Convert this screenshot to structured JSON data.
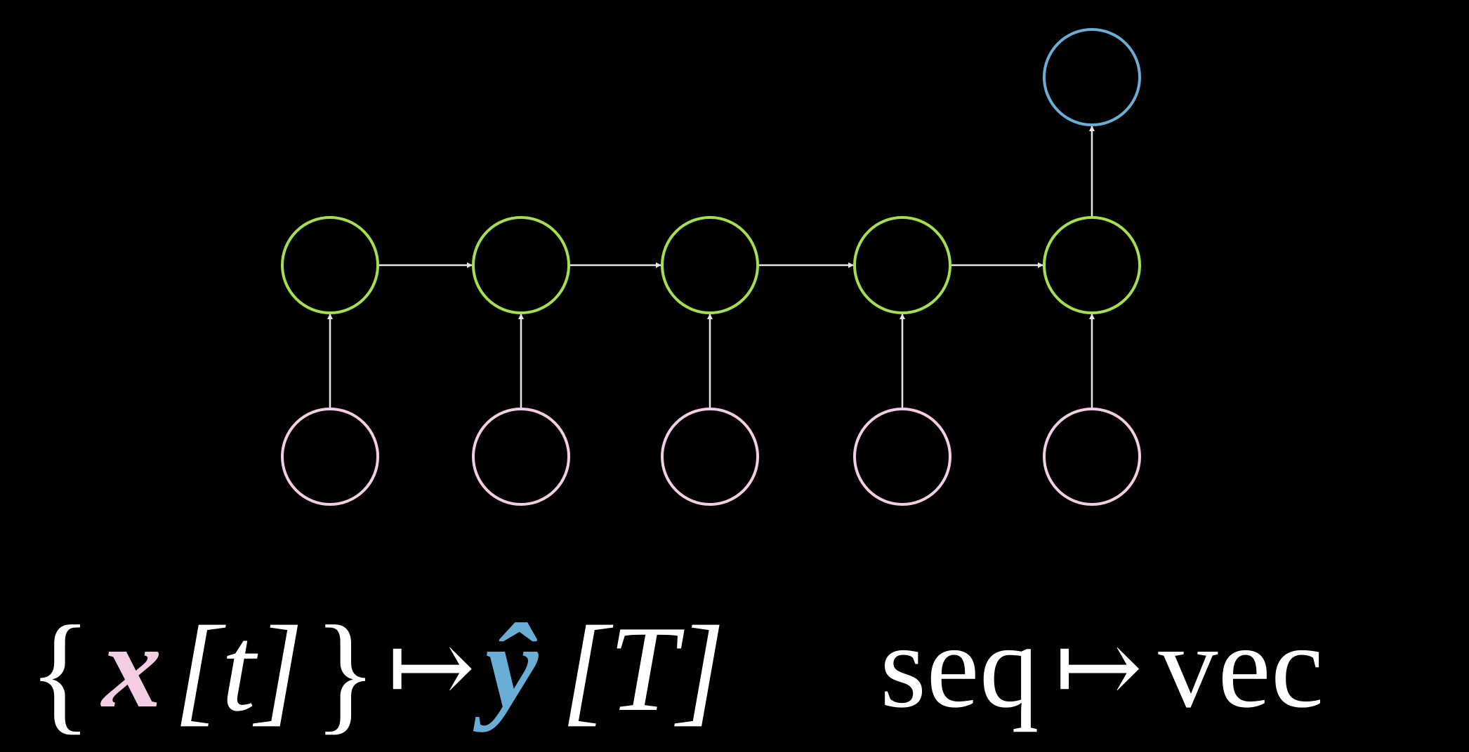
{
  "diagram": {
    "title": "RNN sequence-to-vector",
    "timesteps": 5,
    "colors": {
      "background": "#000000",
      "input": "#f3cde3",
      "hidden": "#a4e04e",
      "output": "#6aaed6",
      "arrow": "#e6e6e6"
    }
  },
  "formula": {
    "open_brace": "{",
    "x_symbol": "x",
    "t_index": "[t]",
    "close_brace": "}",
    "maps_to": "↦",
    "y_symbol": "ŷ",
    "T_index": "[T]",
    "seq": "seq",
    "maps_to_2": "↦",
    "vec": "vec"
  }
}
